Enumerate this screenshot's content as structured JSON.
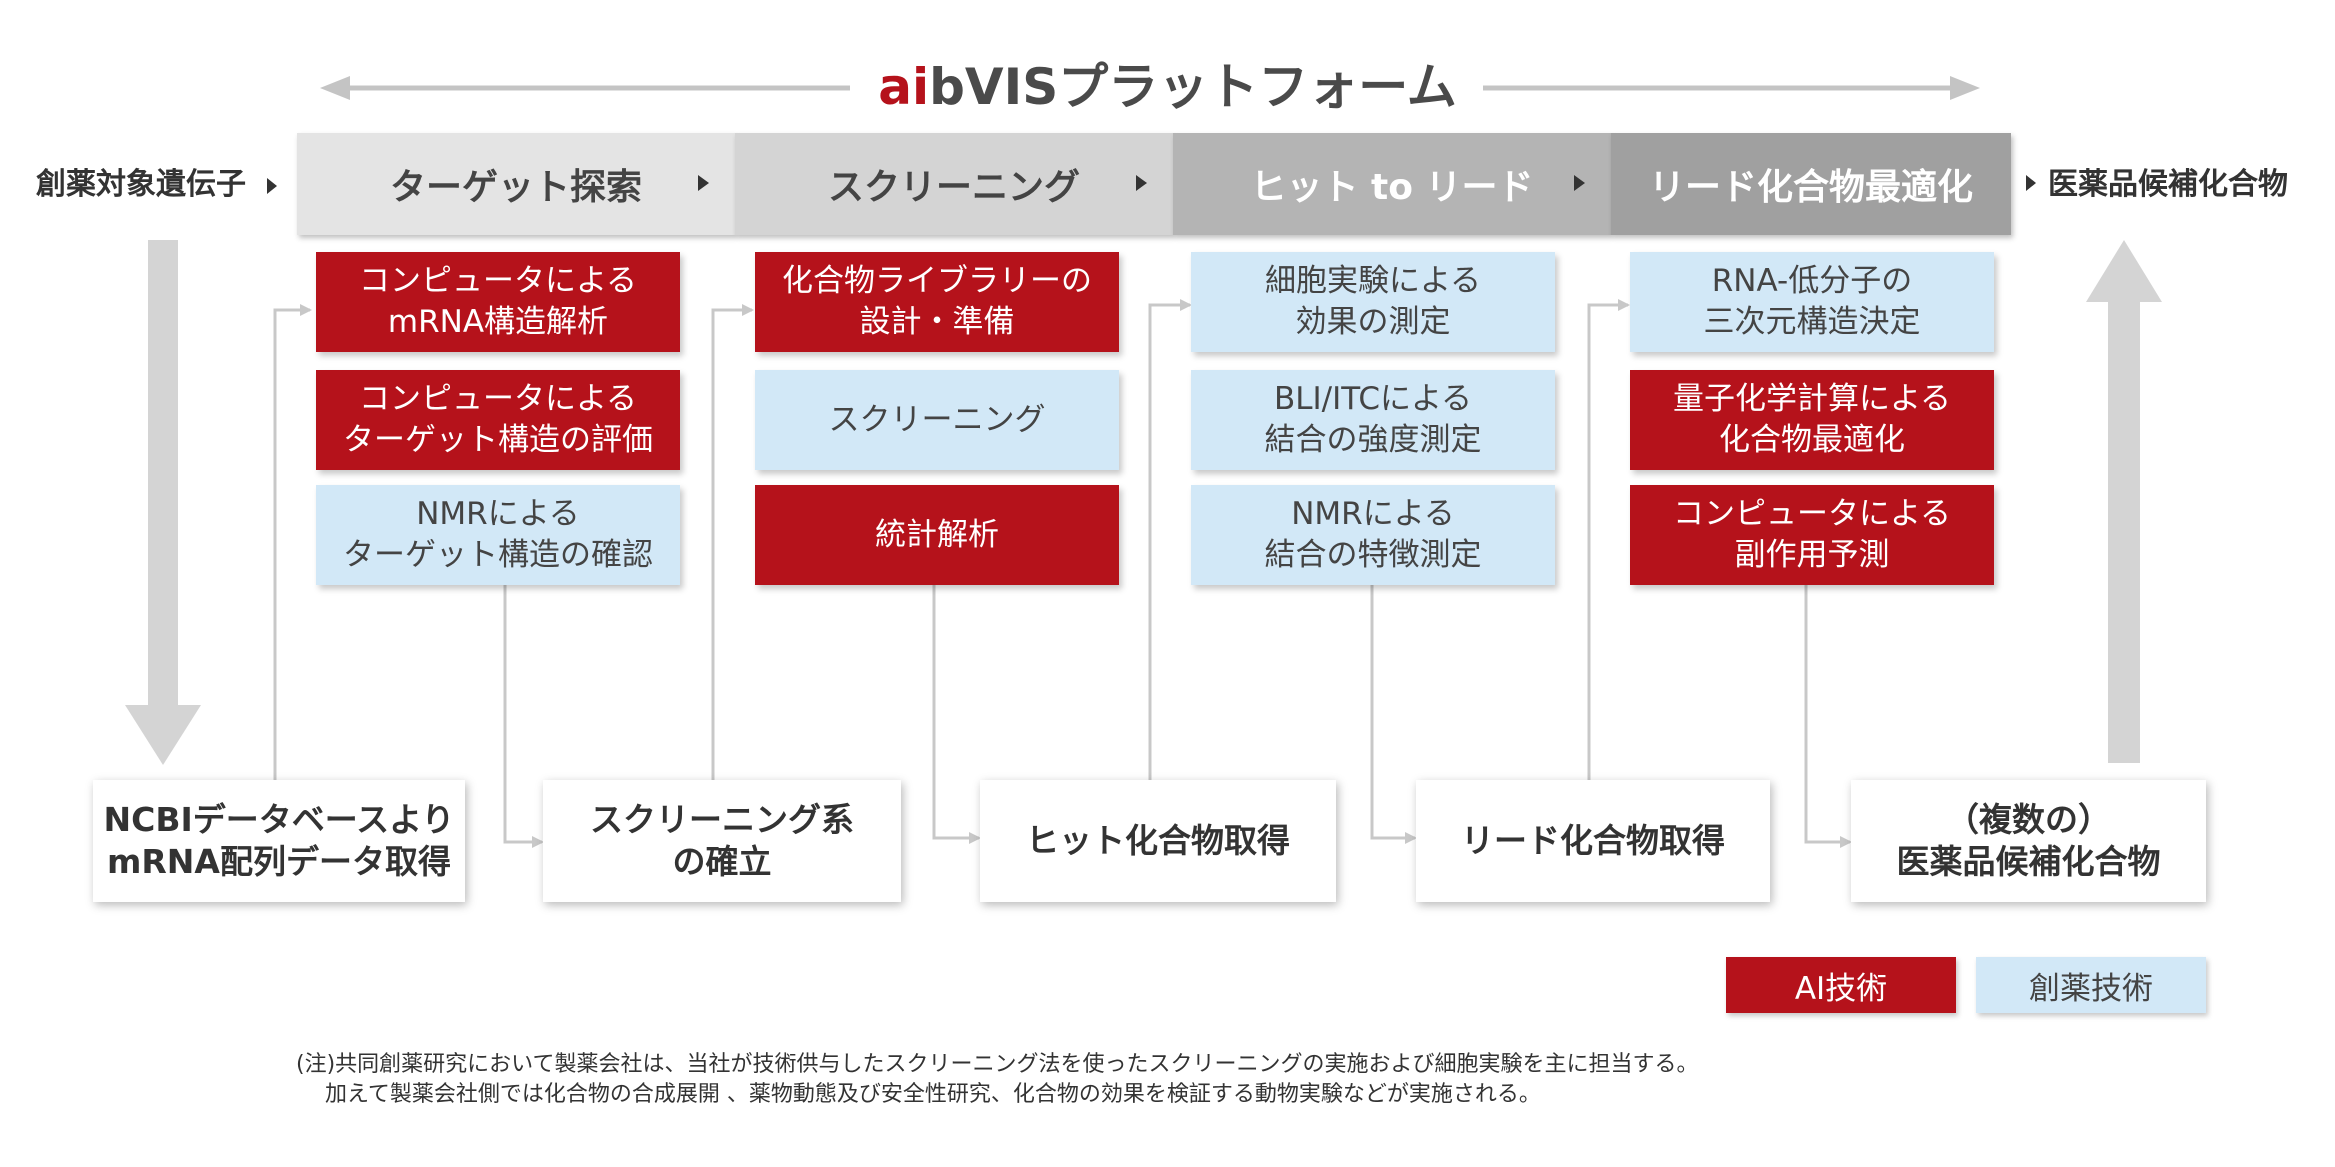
{
  "title": {
    "prefix": "ai",
    "rest": "bVISプラットフォーム"
  },
  "start_label": "創薬対象遺伝子",
  "end_label": "医薬品候補化合物",
  "phases": [
    {
      "label": "ターゲット探索",
      "color": "#e4e4e4",
      "text_color": "#444444"
    },
    {
      "label": "スクリーニング",
      "color": "#d4d4d4",
      "text_color": "#444444"
    },
    {
      "label": "ヒット to リード",
      "color": "#b4b4b4",
      "text_color": "#ffffff"
    },
    {
      "label": "リード化合物最適化",
      "color": "#a0a0a0",
      "text_color": "#ffffff"
    }
  ],
  "columns": [
    {
      "steps": [
        {
          "text": "コンピュータによる\nmRNA構造解析",
          "type": "ai"
        },
        {
          "text": "コンピュータによる\nターゲット構造の評価",
          "type": "ai"
        },
        {
          "text": "NMRによる\nターゲット構造の確認",
          "type": "drug"
        }
      ]
    },
    {
      "steps": [
        {
          "text": "化合物ライブラリーの\n設計・準備",
          "type": "ai"
        },
        {
          "text": "スクリーニング",
          "type": "drug"
        },
        {
          "text": "統計解析",
          "type": "ai"
        }
      ]
    },
    {
      "steps": [
        {
          "text": "細胞実験による\n効果の測定",
          "type": "drug"
        },
        {
          "text": "BLI/ITCによる\n結合の強度測定",
          "type": "drug"
        },
        {
          "text": "NMRによる\n結合の特徴測定",
          "type": "drug"
        }
      ]
    },
    {
      "steps": [
        {
          "text": "RNA-低分子の\n三次元構造決定",
          "type": "drug"
        },
        {
          "text": "量子化学計算による\n化合物最適化",
          "type": "ai"
        },
        {
          "text": "コンピュータによる\n副作用予測",
          "type": "ai"
        }
      ]
    }
  ],
  "milestones": [
    "NCBIデータベースより\nmRNA配列データ取得",
    "スクリーニング系\nの確立",
    "ヒット化合物取得",
    "リード化合物取得",
    "（複数の）\n医薬品候補化合物"
  ],
  "legend": {
    "ai_label": "AI技術",
    "drug_label": "創薬技術",
    "ai_color": "#b5121b",
    "drug_color": "#d2e8f7"
  },
  "note": "(注)共同創薬研究において製薬会社は、当社が技術供与したスクリーニング法を使ったスクリーニングの実施および細胞実験を主に担当する。\n　 加えて製薬会社側では化合物の合成展開 、薬物動態及び安全性研究、化合物の効果を検証する動物実験などが実施される。"
}
